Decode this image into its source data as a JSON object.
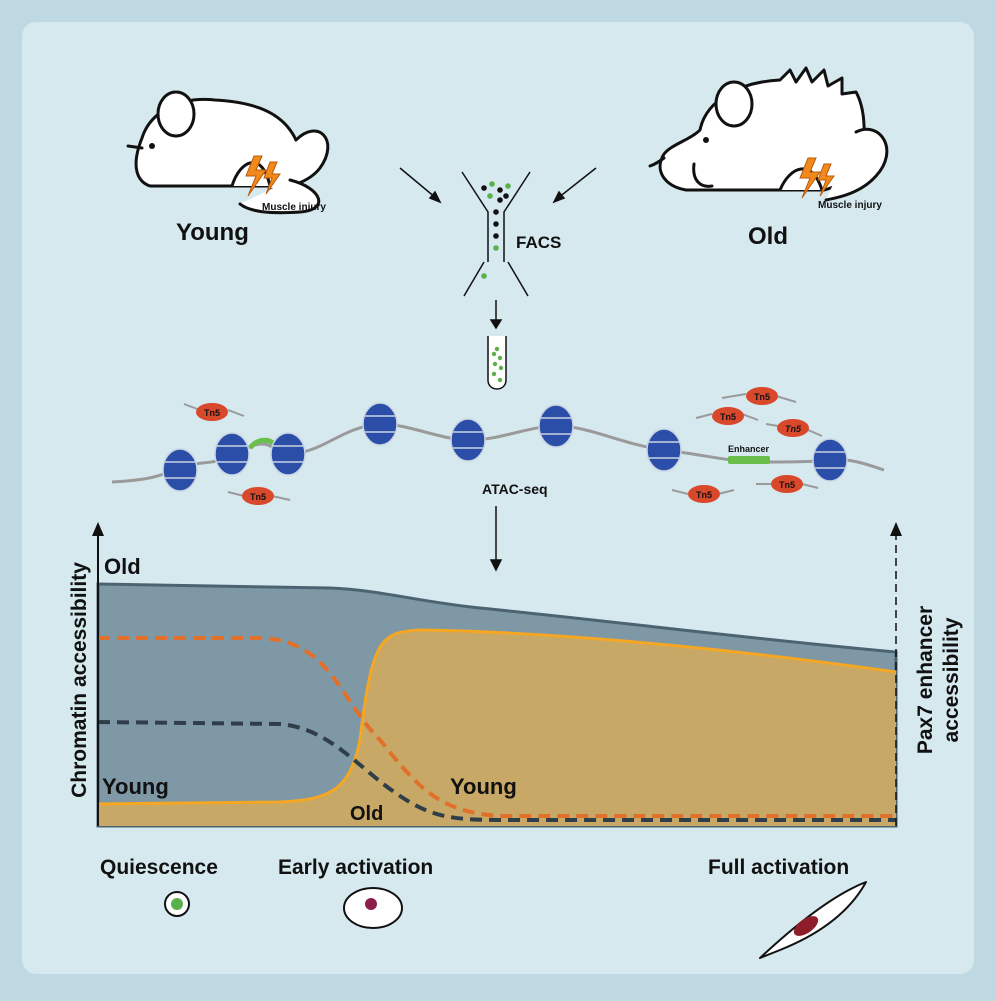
{
  "mice": {
    "young_label": "Young",
    "old_label": "Old",
    "young_injury": "Muscle injury",
    "old_injury": "Muscle injury"
  },
  "process": {
    "facs": "FACS",
    "atac": "ATAC-seq",
    "tn5": "Tn5",
    "enhancer": "Enhancer"
  },
  "chart": {
    "ylabel": "Chromatin accessibility",
    "ylabel_right_line1": "Pax7 enhancer",
    "ylabel_right_line2": "accessibility",
    "old_top_label": "Old",
    "young_left_label": "Young",
    "young_mid_label": "Young",
    "old_mid_label": "Old"
  },
  "stages": {
    "quiescence": "Quiescence",
    "early": "Early activation",
    "full": "Full activation"
  },
  "colors": {
    "background": "#bfd9e3",
    "panel": "#d6e9ef",
    "old_area": "#7f98a6",
    "young_area": "#c8a866",
    "young_line": "#f5a623",
    "orange_dash": "#e0702a",
    "dark_dash": "#2f3e48",
    "nucleosome": "#2b4fa8",
    "tn5": "#d9482b",
    "enhancer": "#6abf4b",
    "lightning": "#f08a1c"
  }
}
